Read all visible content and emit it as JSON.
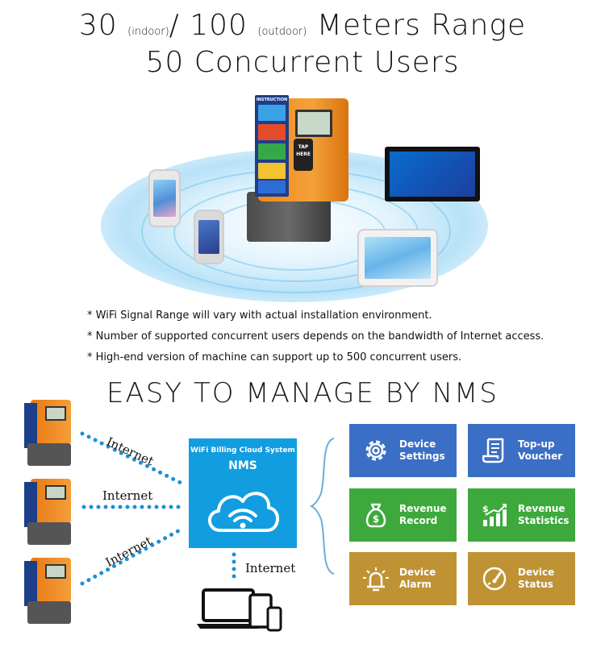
{
  "hero": {
    "range_indoor_num": "30",
    "range_indoor_label": "(indoor)",
    "separator": "/",
    "range_outdoor_num": "100",
    "range_outdoor_label": "(outdoor)",
    "range_suffix": "Meters Range",
    "users_line": "50 Concurrent Users"
  },
  "kiosk": {
    "panel_label": "INSTRUCTION",
    "tap_line1": "TAP",
    "tap_line2": "HERE"
  },
  "notes": [
    "* WiFi Signal Range will vary with actual installation environment.",
    "* Number of supported concurrent users depends on the bandwidth of Internet access.",
    "* High-end version of machine can support up to 500 concurrent users."
  ],
  "nms": {
    "heading": "EASY TO MANAGE BY NMS",
    "internet_label": "Internet",
    "cloud_title": "WiFi Billing Cloud System",
    "cloud_name": "NMS",
    "tiles": [
      {
        "line1": "Device",
        "line2": "Settings",
        "color": "#3b6fc5",
        "icon": "gear-icon"
      },
      {
        "line1": "Top-up",
        "line2": "Voucher",
        "color": "#3b6fc5",
        "icon": "voucher-icon"
      },
      {
        "line1": "Revenue",
        "line2": "Record",
        "color": "#3da93c",
        "icon": "money-bag-icon"
      },
      {
        "line1": "Revenue",
        "line2": "Statistics",
        "color": "#3da93c",
        "icon": "growth-chart-icon"
      },
      {
        "line1": "Device",
        "line2": "Alarm",
        "color": "#bf9334",
        "icon": "alarm-bell-icon"
      },
      {
        "line1": "Device",
        "line2": "Status",
        "color": "#bf9334",
        "icon": "gauge-icon"
      }
    ]
  },
  "colors": {
    "signal_blue": "#129de0",
    "kiosk_orange": "#f08a1c",
    "link_dots": "#1a8fd6"
  }
}
